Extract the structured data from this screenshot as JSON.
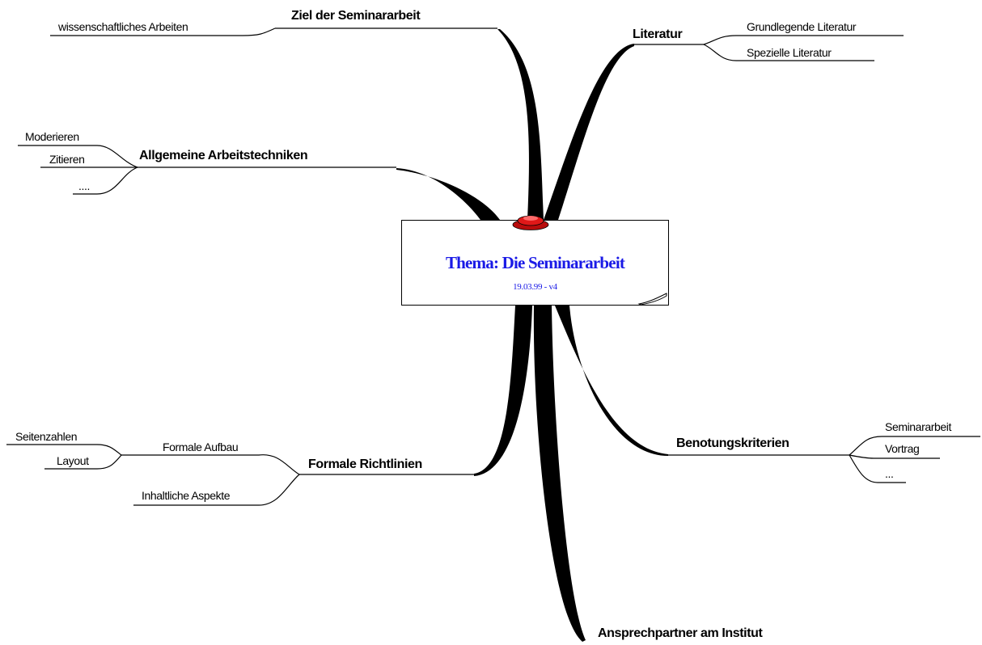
{
  "center": {
    "title": "Thema: Die Seminararbeit",
    "subtitle": "19.03.99 - v4"
  },
  "branches": {
    "ziel": {
      "label": "Ziel der Seminararbeit",
      "children": [
        "wissenschaftliches Arbeiten"
      ]
    },
    "literatur": {
      "label": "Literatur",
      "children": [
        "Grundlegende Literatur",
        "Spezielle Literatur"
      ]
    },
    "arbeitstechniken": {
      "label": "Allgemeine Arbeitstechniken",
      "children": [
        "Moderieren",
        "Zitieren",
        "...."
      ]
    },
    "benotung": {
      "label": "Benotungskriterien",
      "children": [
        "Seminararbeit",
        "Vortrag",
        "..."
      ]
    },
    "richtlinien": {
      "label": "Formale Richtlinien",
      "children": [
        "Formale Aufbau",
        "Inhaltliche Aspekte"
      ],
      "aufbau_children": [
        "Seitenzahlen",
        "Layout"
      ]
    },
    "ansprechpartner": {
      "label": "Ansprechpartner am Institut"
    }
  },
  "colors": {
    "title": "#1a1ae6",
    "pin": "#e01818",
    "branch": "#000000"
  }
}
